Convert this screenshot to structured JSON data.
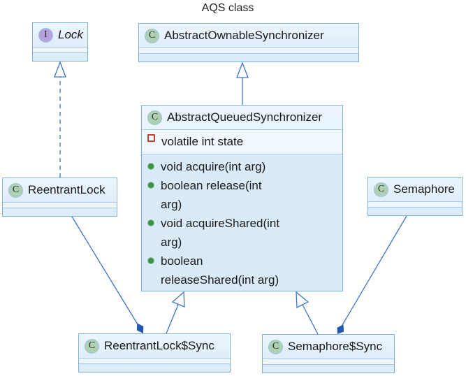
{
  "diagram": {
    "title": "AQS class",
    "type": "uml-class-diagram"
  },
  "classes": {
    "lock": {
      "stereotype": "I",
      "kind": "interface",
      "name": "Lock"
    },
    "abstract_ownable_synchronizer": {
      "stereotype": "C",
      "kind": "class",
      "name": "AbstractOwnableSynchronizer"
    },
    "abstract_queued_synchronizer": {
      "stereotype": "C",
      "kind": "class",
      "name": "AbstractQueuedSynchronizer",
      "fields": [
        {
          "text": "volatile int state"
        }
      ],
      "methods": [
        {
          "signature": "void acquire(int arg)",
          "lines": [
            "void acquire(int arg)"
          ]
        },
        {
          "signature": "boolean release(int arg)",
          "lines": [
            "boolean release(int",
            "arg)"
          ]
        },
        {
          "signature": "void acquireShared(int arg)",
          "lines": [
            "void acquireShared(int",
            "arg)"
          ]
        },
        {
          "signature": "boolean releaseShared(int arg)",
          "lines": [
            "boolean",
            "releaseShared(int arg)"
          ]
        }
      ]
    },
    "reentrant_lock": {
      "stereotype": "C",
      "kind": "class",
      "name": "ReentrantLock"
    },
    "semaphore": {
      "stereotype": "C",
      "kind": "class",
      "name": "Semaphore"
    },
    "reentrant_lock_sync": {
      "stereotype": "C",
      "kind": "class",
      "name": "ReentrantLock$Sync"
    },
    "semaphore_sync": {
      "stereotype": "C",
      "kind": "class",
      "name": "Semaphore$Sync"
    }
  },
  "relationships": [
    {
      "from": "ReentrantLock",
      "to": "Lock",
      "type": "realization",
      "style": "dashed line, hollow triangle"
    },
    {
      "from": "AbstractQueuedSynchronizer",
      "to": "AbstractOwnableSynchronizer",
      "type": "generalization",
      "style": "solid line, hollow triangle"
    },
    {
      "from": "ReentrantLock$Sync",
      "to": "AbstractQueuedSynchronizer",
      "type": "generalization",
      "style": "solid line, hollow triangle"
    },
    {
      "from": "Semaphore$Sync",
      "to": "AbstractQueuedSynchronizer",
      "type": "generalization",
      "style": "solid line, hollow triangle"
    },
    {
      "from": "ReentrantLock",
      "to": "ReentrantLock$Sync",
      "type": "composition",
      "style": "solid line, filled diamond at part end"
    },
    {
      "from": "Semaphore",
      "to": "Semaphore$Sync",
      "type": "composition",
      "style": "solid line, filled diamond at part end"
    }
  ],
  "colors": {
    "node_border": "#7fb0dd",
    "node_fill": "#d9eaf8",
    "connector": "#3d74c6",
    "diamond_fill": "#2059b0",
    "class_icon_fill": "#add1b2",
    "interface_icon_fill": "#b6a3dd",
    "field_icon_border": "#c3403c",
    "method_icon_fill": "#3f9048",
    "text": "#1a1a1a"
  }
}
